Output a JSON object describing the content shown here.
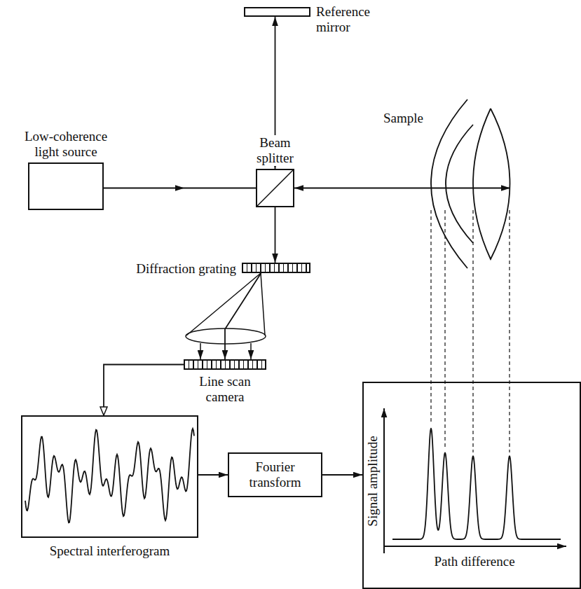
{
  "diagram": {
    "nodes": [
      {
        "text": [
          "Reference mirror"
        ]
      },
      {
        "text": [
          "Low-coherence light source"
        ]
      },
      {
        "text": [
          "Beam splitter"
        ]
      },
      {
        "text": [
          "Sample"
        ]
      },
      {
        "text": [
          "Diffraction grating"
        ]
      },
      {
        "text": [
          "Line scan camera"
        ]
      },
      {
        "text": [
          "Spectral interferogram"
        ]
      },
      {
        "text": [
          "Fourier transform"
        ]
      },
      {
        "text": [
          "Signal amplitude",
          "Path difference"
        ]
      }
    ],
    "edges": [
      {
        "from": 1,
        "to": 2,
        "arrow": "to"
      },
      {
        "from": 2,
        "to": 0,
        "arrow": "both"
      },
      {
        "from": 2,
        "to": 3,
        "arrow": "both"
      },
      {
        "from": 2,
        "to": 4,
        "arrow": "to"
      },
      {
        "from": 4,
        "to": 5,
        "arrow": "to"
      },
      {
        "from": 5,
        "to": 6,
        "arrow": "to"
      },
      {
        "from": 6,
        "to": 7,
        "arrow": "to"
      },
      {
        "from": 7,
        "to": 8,
        "arrow": "to"
      }
    ]
  }
}
